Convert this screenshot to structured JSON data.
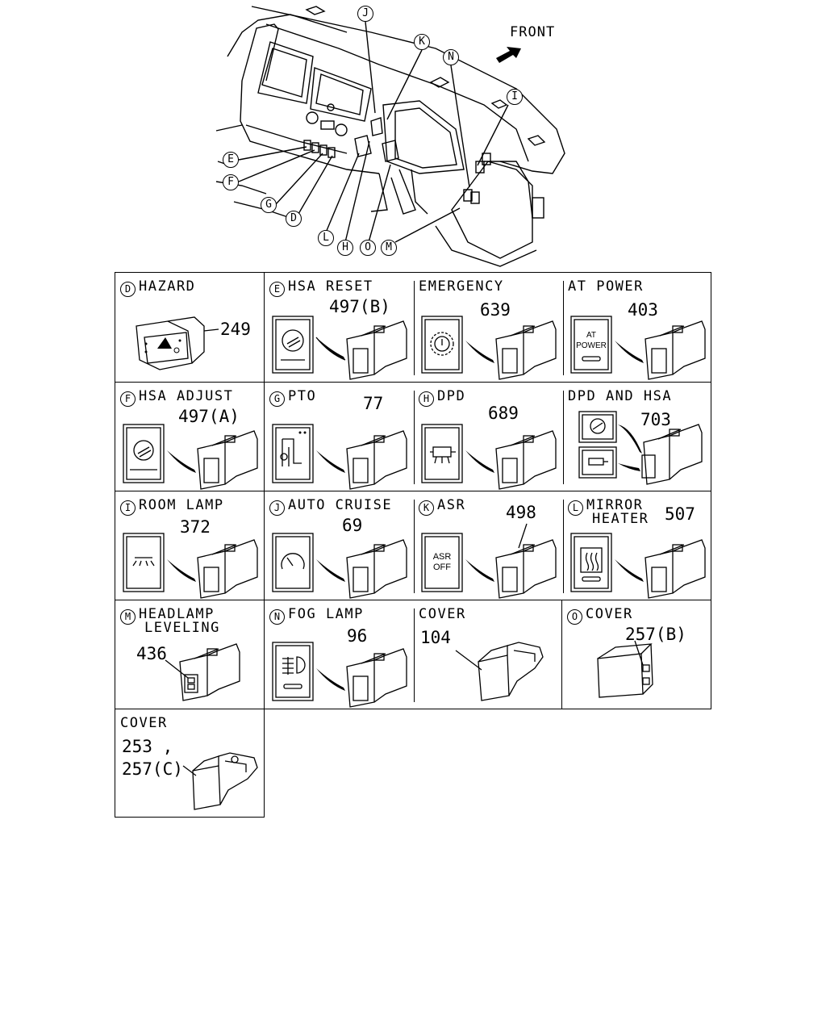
{
  "header": {
    "front_label": "FRONT",
    "callouts": [
      "J",
      "K",
      "N",
      "I",
      "E",
      "F",
      "G",
      "D",
      "L",
      "H",
      "O",
      "M"
    ]
  },
  "cells": {
    "d": {
      "letter": "D",
      "label": "HAZARD",
      "part": "249"
    },
    "e": {
      "letter": "E",
      "label": "HSA RESET",
      "part": "497(B)"
    },
    "emg": {
      "label": "EMERGENCY",
      "part": "639"
    },
    "atp": {
      "label": "AT POWER",
      "part": "403",
      "icon_text1": "AT",
      "icon_text2": "POWER"
    },
    "f": {
      "letter": "F",
      "label": "HSA ADJUST",
      "part": "497(A)"
    },
    "g": {
      "letter": "G",
      "label": "PTO",
      "part": "77"
    },
    "h": {
      "letter": "H",
      "label": "DPD",
      "part": "689"
    },
    "dh": {
      "label": "DPD AND HSA",
      "part": "703"
    },
    "i": {
      "letter": "I",
      "label": "ROOM LAMP",
      "part": "372"
    },
    "j": {
      "letter": "J",
      "label": "AUTO CRUISE",
      "part": "69"
    },
    "k": {
      "letter": "K",
      "label": "ASR",
      "part": "498",
      "icon_text1": "ASR",
      "icon_text2": "OFF"
    },
    "l": {
      "letter": "L",
      "label": "MIRROR",
      "label_line2": "HEATER",
      "part": "507"
    },
    "m": {
      "letter": "M",
      "label": "HEADLAMP",
      "label_line2": "LEVELING",
      "part": "436"
    },
    "n": {
      "letter": "N",
      "label": "FOG LAMP",
      "part": "96"
    },
    "cov1": {
      "label": "COVER",
      "part": "104"
    },
    "o": {
      "letter": "O",
      "label": "COVER",
      "part": "257(B)"
    },
    "cov2": {
      "label": "COVER",
      "part": "253 ,",
      "part_line2": "257(C)"
    }
  },
  "colors": {
    "line": "#000000",
    "background": "#ffffff"
  }
}
